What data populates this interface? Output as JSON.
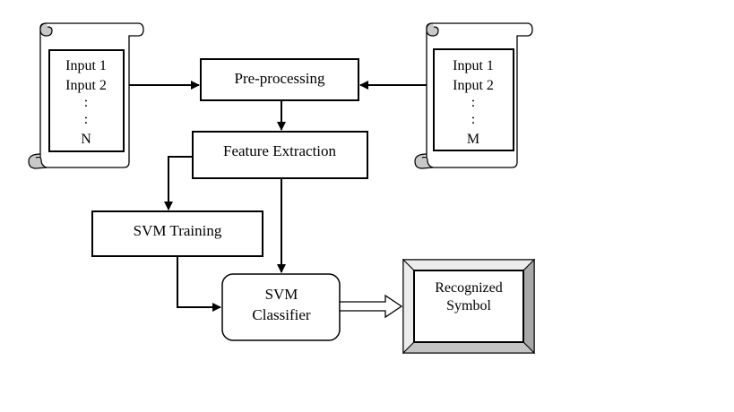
{
  "diagram": {
    "title": "",
    "left_scroll": {
      "lines": [
        "Input 1",
        "Input 2",
        ":",
        ":",
        "N"
      ]
    },
    "right_scroll": {
      "lines": [
        "Input 1",
        "Input 2",
        ":",
        ":",
        "M"
      ]
    },
    "nodes": {
      "preprocessing": "Pre-processing",
      "feature_extraction": "Feature Extraction",
      "svm_training": "SVM Training",
      "svm_classifier": [
        "SVM",
        "Classifier"
      ],
      "recognized_symbol": [
        "Recognized",
        "Symbol"
      ]
    },
    "edges": [
      {
        "from": "left_scroll",
        "to": "preprocessing"
      },
      {
        "from": "right_scroll",
        "to": "preprocessing"
      },
      {
        "from": "preprocessing",
        "to": "feature_extraction"
      },
      {
        "from": "feature_extraction",
        "to": "svm_training"
      },
      {
        "from": "feature_extraction",
        "to": "svm_classifier"
      },
      {
        "from": "svm_training",
        "to": "svm_classifier"
      },
      {
        "from": "svm_classifier",
        "to": "recognized_symbol",
        "style": "hollow-arrow"
      }
    ],
    "colors": {
      "stroke": "#000000",
      "fill": "#ffffff",
      "shade_light": "#e6e6e6",
      "shade_dark": "#a8a8a8",
      "scroll_curl": "#c8c8c8"
    }
  }
}
